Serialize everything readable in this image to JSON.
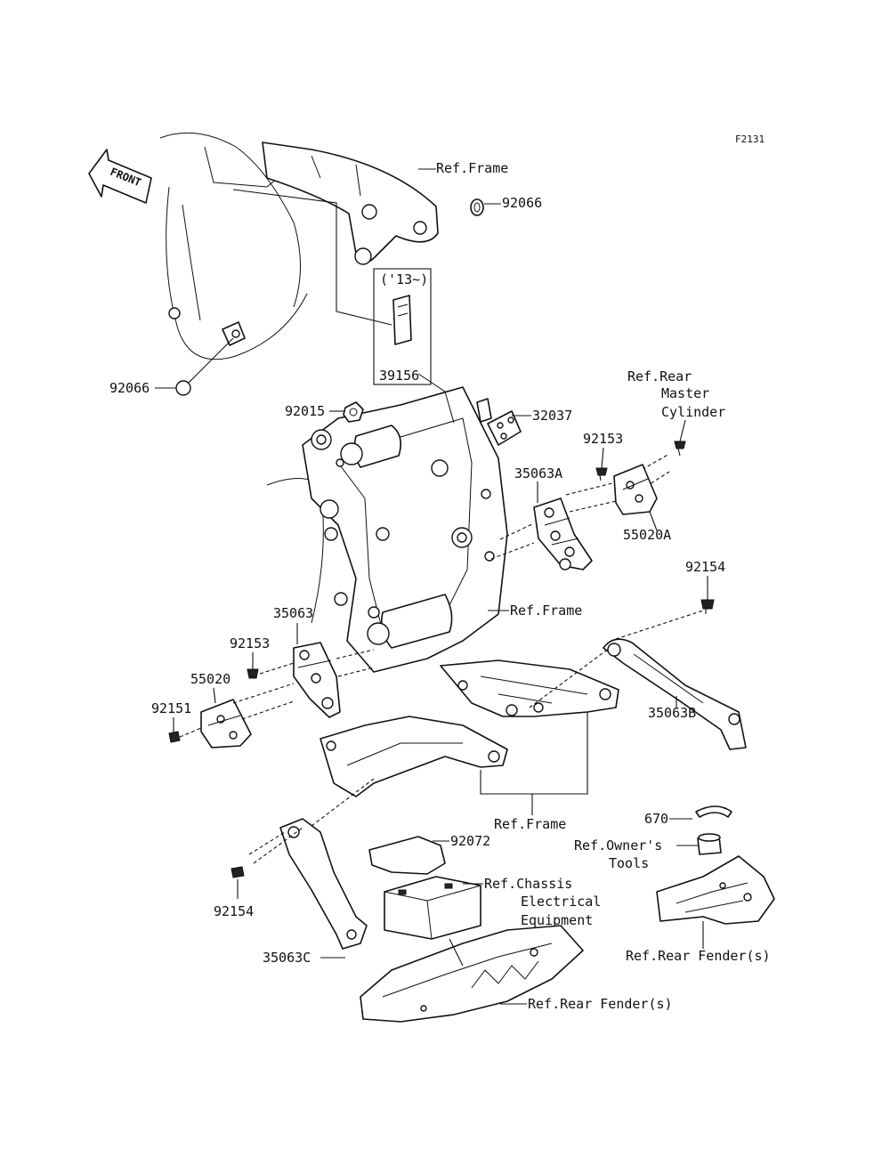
{
  "diagram_code": "F2131",
  "front_arrow_text": "FRONT",
  "year_note": "('13~)",
  "colors": {
    "line": "#111111",
    "background": "#ffffff"
  },
  "labels": {
    "ref_frame_top": "Ref.Frame",
    "p92066_top": "92066",
    "p92066_left": "92066",
    "p39156": "39156",
    "p92015": "92015",
    "p32037": "32037",
    "ref_rear_master_line1": "Ref.Rear",
    "ref_rear_master_line2": "Master",
    "ref_rear_master_line3": "Cylinder",
    "p92153_right": "92153",
    "p35063A": "35063A",
    "p55020A": "55020A",
    "p92154_right": "92154",
    "ref_frame_mid": "Ref.Frame",
    "p35063": "35063",
    "p92153_left": "92153",
    "p55020": "55020",
    "p92151": "92151",
    "p35063B": "35063B",
    "ref_frame_bottom": "Ref.Frame",
    "p670": "670",
    "ref_owners_line1": "Ref.Owner's",
    "ref_owners_line2": "Tools",
    "p92072": "92072",
    "ref_chassis_line1": "Ref.Chassis",
    "ref_chassis_line2": "Electrical",
    "ref_chassis_line3": "Equipment",
    "p92154_left": "92154",
    "p35063C": "35063C",
    "ref_rear_fender_right": "Ref.Rear Fender(s)",
    "ref_rear_fender_bottom": "Ref.Rear Fender(s)"
  }
}
